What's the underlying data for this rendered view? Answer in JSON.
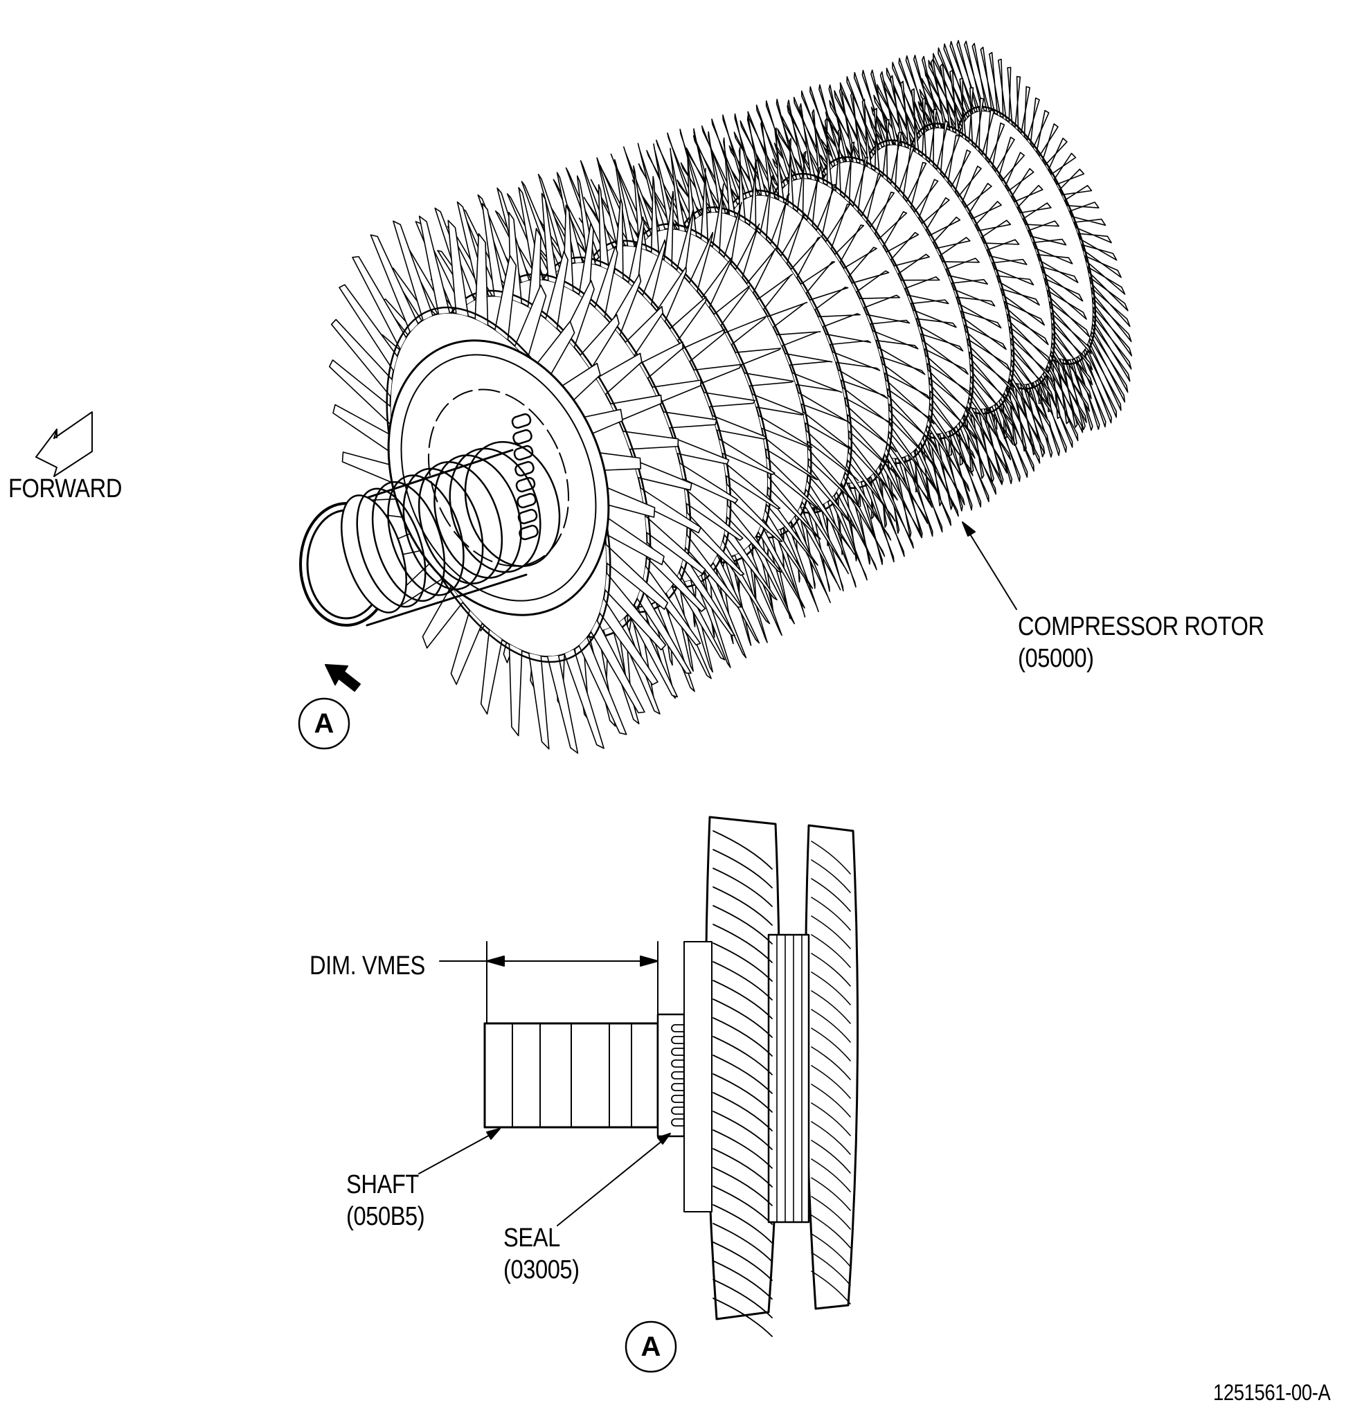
{
  "labels": {
    "forward": "FORWARD",
    "compressor_rotor": "COMPRESSOR ROTOR",
    "compressor_rotor_pn": "(05000)",
    "dim": "DIM. VMES",
    "shaft": "SHAFT",
    "shaft_pn": "(050B5)",
    "seal": "SEAL",
    "seal_pn": "(03005)",
    "view_a_top": "A",
    "view_a_bottom": "A",
    "figure_id": "1251561-00-A"
  },
  "colors": {
    "ink": "#000000",
    "paper": "#ffffff"
  }
}
